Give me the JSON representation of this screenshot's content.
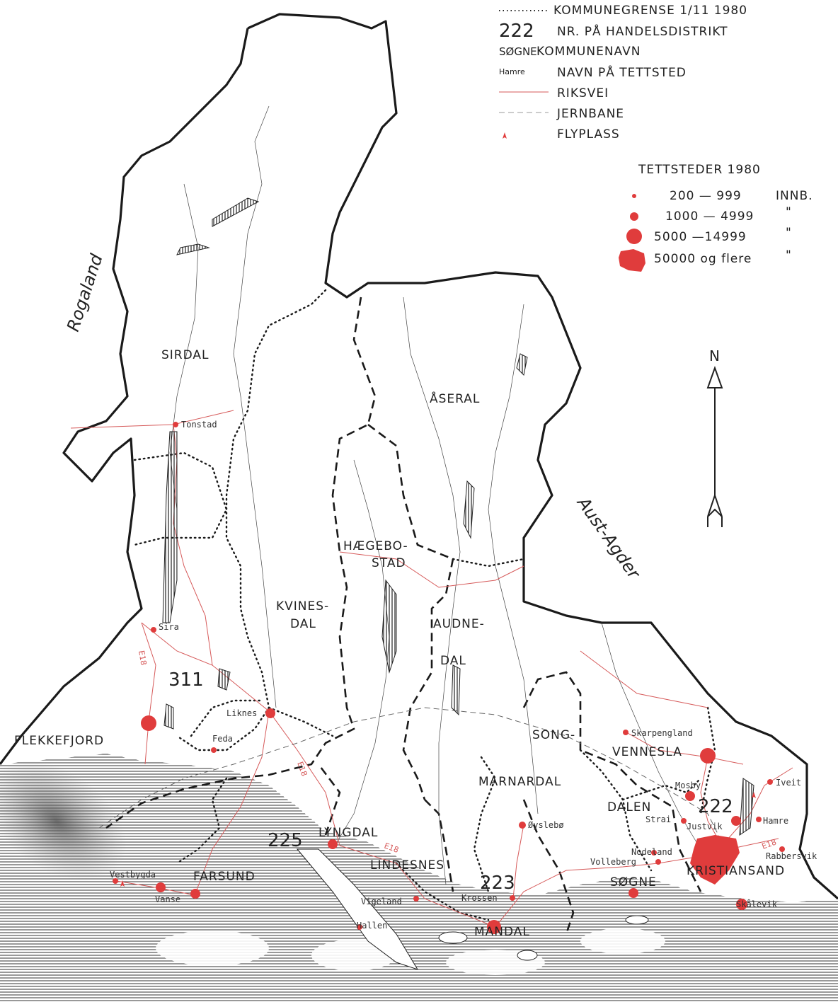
{
  "legend": {
    "items": [
      {
        "symbol": "dotted-line",
        "label": "KOMMUNEGRENSE 1/11 1980"
      },
      {
        "symbol_text": "222",
        "label": "NR. PÅ HANDELSDISTRIKT"
      },
      {
        "symbol_text": "SØGNE",
        "label": "KOMMUNENAVN"
      },
      {
        "symbol_text": "Hamre",
        "label": "NAVN PÅ TETTSTED"
      },
      {
        "symbol": "red-line",
        "label": "RIKSVEI"
      },
      {
        "symbol": "dashed-line",
        "label": "JERNBANE"
      },
      {
        "symbol": "plane-icon",
        "label": "FLYPLASS"
      }
    ],
    "size_title": "TETTSTEDER 1980",
    "sizes": [
      {
        "range": "200 — 999",
        "unit": "INNB."
      },
      {
        "range": "1000 — 4999",
        "unit": "\""
      },
      {
        "range": "5000 —14999",
        "unit": "\""
      },
      {
        "range": "50000 og flere",
        "unit": "\""
      }
    ]
  },
  "regions": {
    "west": "Rogaland",
    "east": "Aust-Agder"
  },
  "north_arrow": "N",
  "municipalities": {
    "sirdal": "SIRDAL",
    "aseral": "ÅSERAL",
    "haegebostad_1": "HÆGEBO-",
    "haegebostad_2": "STAD",
    "kvinesdal_1": "KVINES-",
    "kvinesdal_2": "DAL",
    "audnedal_1": "AUDNE-",
    "audnedal_2": "DAL",
    "flekkefjord": "FLEKKEFJORD",
    "farsund": "FARSUND",
    "lyngdal": "LYNGDAL",
    "lindesnes": "LINDESNES",
    "mandal": "MANDAL",
    "marnardal": "MARNARDAL",
    "songdalen_1": "SONG-",
    "songdalen_2": "DALEN",
    "vennesla": "VENNESLA",
    "sogne": "SØGNE",
    "kristiansand": "KRISTIANSAND"
  },
  "districts": [
    "311",
    "225",
    "223",
    "222"
  ],
  "towns": {
    "tonstad": "Tonstad",
    "sira": "Sira",
    "liknes": "Liknes",
    "feda": "Feda",
    "vestbygda": "Vestbygda",
    "vanse": "Vanse",
    "vigeland": "Vigeland",
    "hallen": "Hallen",
    "krossen": "Krossen",
    "oyslebo": "Øyslebø",
    "skarpengland": "Skarpengland",
    "mosby": "Mosby",
    "strai": "Strai",
    "justvik": "Justvik",
    "nodeland": "Nodeland",
    "volleberg": "Volleberg",
    "iveit": "Iveit",
    "hamre": "Hamre",
    "rabbersvik": "Rabbersvik",
    "skalevik": "Skålevik"
  },
  "road_labels": [
    "E18",
    "E18",
    "E18",
    "E18"
  ],
  "colors": {
    "roads": "#d65a5a",
    "settlements": "#e03c3c",
    "borders": "#1a1a1a"
  }
}
